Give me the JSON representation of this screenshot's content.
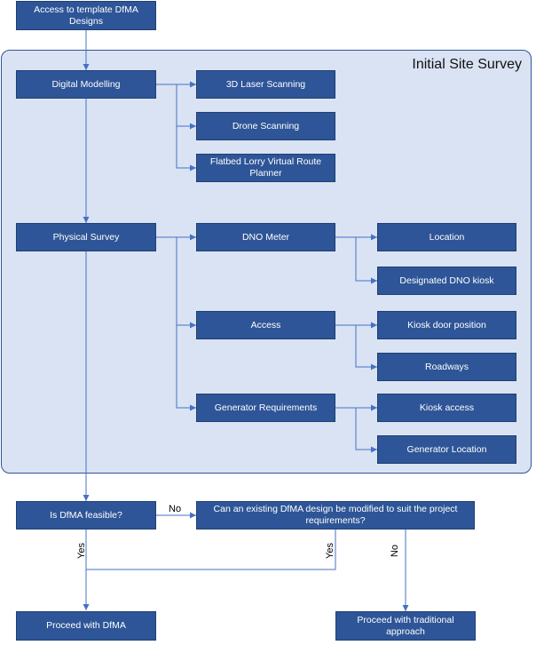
{
  "panel": {
    "title": "Initial Site Survey"
  },
  "nodes": {
    "access_templates": "Access to template DfMA Designs",
    "digital_modelling": "Digital Modelling",
    "laser_scanning": "3D Laser Scanning",
    "drone_scanning": "Drone Scanning",
    "flatbed_planner": "Flatbed Lorry Virtual Route Planner",
    "physical_survey": "Physical Survey",
    "dno_meter": "DNO Meter",
    "location": "Location",
    "designated_kiosk": "Designated DNO kiosk",
    "access": "Access",
    "kiosk_door": "Kiosk door position",
    "roadways": "Roadways",
    "generator_req": "Generator Requirements",
    "kiosk_access": "Kiosk access",
    "generator_location": "Generator Location",
    "dfma_feasible": "Is DfMA feasible?",
    "modify_design": "Can an existing DfMA design be modified to suit the project requirements?",
    "proceed_dfma": "Proceed with DfMA",
    "proceed_traditional": "Proceed with traditional approach"
  },
  "edge_labels": {
    "no_1": "No",
    "yes_1": "Yes",
    "yes_2": "Yes",
    "no_2": "No"
  },
  "colors": {
    "box_fill": "#2e5597",
    "panel_fill": "#dae3f3",
    "line": "#4472c4"
  }
}
